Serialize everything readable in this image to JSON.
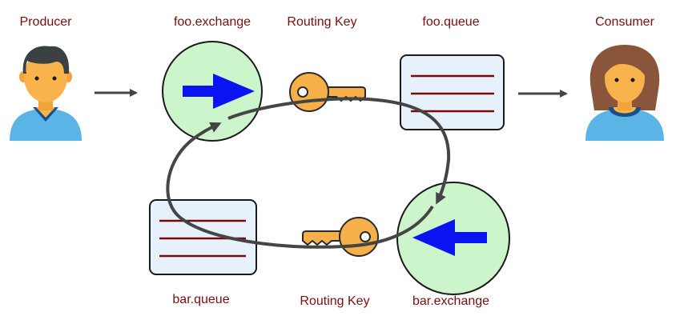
{
  "colors": {
    "label": "#7a0f0f",
    "exchange_fill": "#ccf5cc",
    "queue_fill": "#e6f1fc",
    "queue_lines": "#7a0a0a",
    "arrow_blue": "#0a14f0",
    "key_fill": "#f5b04a",
    "loop": "#454545",
    "person_shirt": "#5ab4e6",
    "person_skin": "#f8b34c"
  },
  "labels": {
    "producer": "Producer",
    "foo_exchange": "foo.exchange",
    "routing_key_top": "Routing Key",
    "foo_queue": "foo.queue",
    "consumer": "Consumer",
    "bar_queue": "bar.queue",
    "routing_key_bottom": "Routing Key",
    "bar_exchange": "bar.exchange"
  },
  "icons": {
    "producer": "male-user-icon",
    "consumer": "female-user-icon",
    "foo_exchange_direction": "arrow-right-icon",
    "bar_exchange_direction": "arrow-left-icon",
    "routing_key_top": "key-icon",
    "routing_key_bottom": "key-icon"
  }
}
